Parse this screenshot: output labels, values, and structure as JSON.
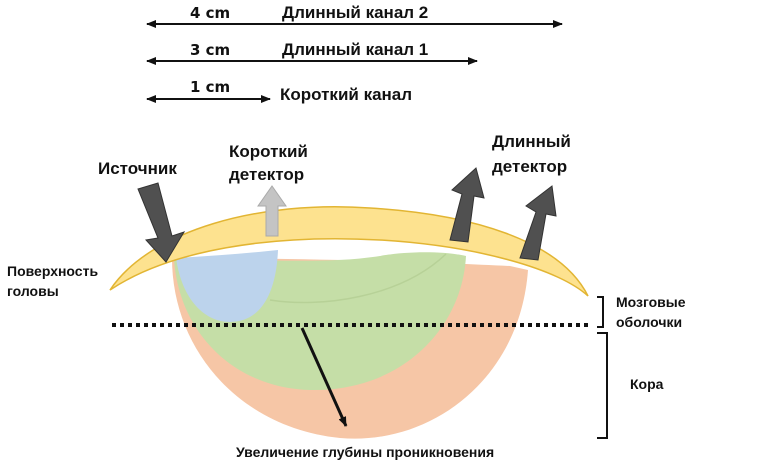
{
  "scale": {
    "rows": [
      {
        "distance": "4 cm",
        "channel": "Длинный канал 2"
      },
      {
        "distance": "3 cm",
        "channel": "Длинный канал 1"
      },
      {
        "distance": "1 cm",
        "channel": "Короткий канал"
      }
    ]
  },
  "labels": {
    "source": "Источник",
    "short_detector_line1": "Короткий",
    "short_detector_line2": "детектор",
    "long_detector_line1": "Длинный",
    "long_detector_line2": "детектор",
    "head_surface_line1": "Поверхность",
    "head_surface_line2": "головы",
    "meninges_line1": "Мозговые",
    "meninges_line2": "оболочки",
    "cortex": "Кора",
    "depth": "Увеличение глубины проникновения"
  },
  "colors": {
    "skin": "#fde28f",
    "skin_stroke": "#e2b533",
    "long2": "#f6c6a6",
    "long1": "#c5dea7",
    "short": "#bcd3ec",
    "arrow": "#505050",
    "arrow_light": "#c4c4c4"
  }
}
